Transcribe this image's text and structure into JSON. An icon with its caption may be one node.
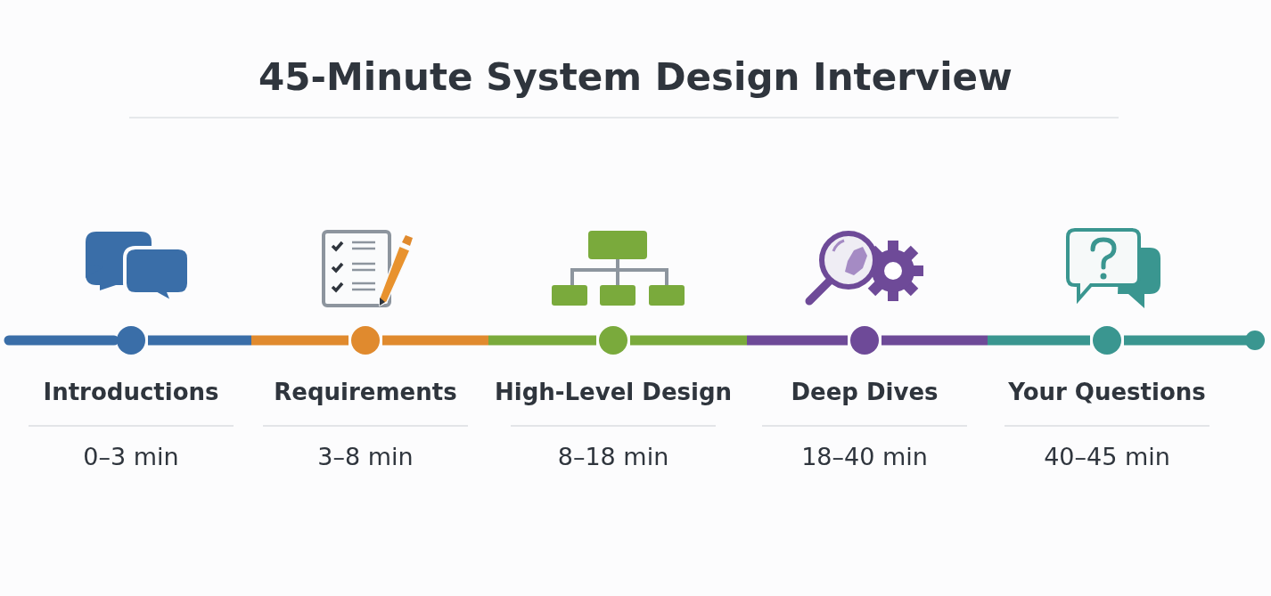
{
  "diagram": {
    "title": "45-Minute System Design Interview",
    "nodes": [
      {
        "text": [
          "Introductions"
        ],
        "beside": [
          "0–3 min"
        ]
      },
      {
        "text": [
          "Requirements"
        ],
        "beside": [
          "3–8 min"
        ]
      },
      {
        "text": [
          "High-Level Design"
        ],
        "beside": [
          "8–18 min"
        ]
      },
      {
        "text": [
          "Deep Dives"
        ],
        "beside": [
          "18–40 min"
        ]
      },
      {
        "text": [
          "Your Questions"
        ],
        "beside": [
          "40–45 min"
        ]
      }
    ]
  }
}
